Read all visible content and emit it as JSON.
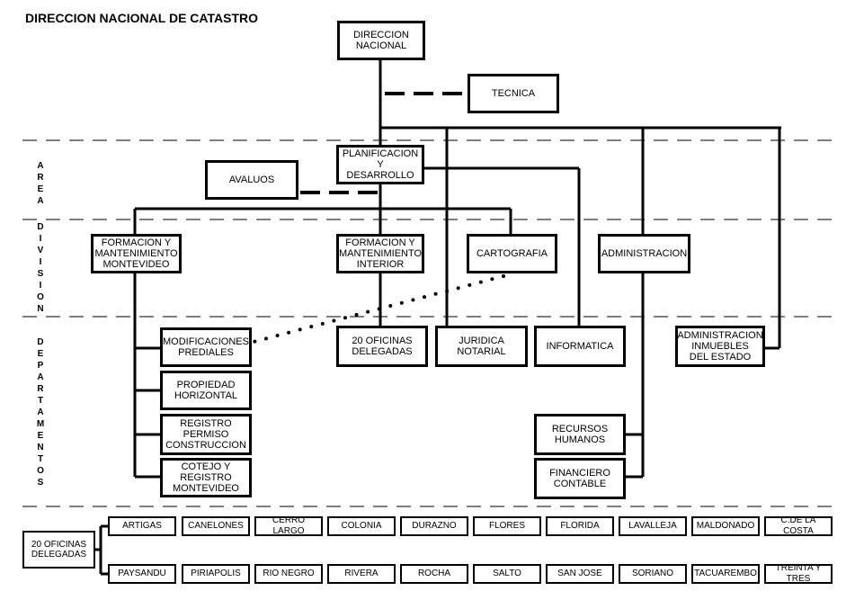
{
  "header": {
    "title": "DIRECCION NACIONAL DE CATASTRO"
  },
  "levels": {
    "area": "A\nR\nE\nA",
    "division": "D\nI\nV\nI\nS\nI\nO\nN",
    "departamentos": "D\nE\nP\nA\nR\nT\nA\nM\nE\nN\nT\nO\nS"
  },
  "units": {
    "direccion": "DIRECCION\nNACIONAL",
    "tecnica": "TECNICA",
    "planificacion": "PLANIFICACION\nY\nDESARROLLO",
    "avaluos": "AVALUOS",
    "formacion_montevideo": "FORMACION Y\nMANTENIMIENTO\nMONTEVIDEO",
    "formacion_interior": "FORMACION Y\nMANTENIMIENTO\nINTERIOR",
    "cartografia": "CARTOGRAFIA",
    "administracion": "ADMINISTRACION",
    "modificaciones": "MODIFICACIONES\nPREDIALES",
    "propiedad": "PROPIEDAD\nHORIZONTAL",
    "registro": "REGISTRO\nPERMISO\nCONSTRUCCION",
    "cotejo": "COTEJO Y\nREGISTRO\nMONTEVIDEO",
    "oficinas": "20 OFICINAS\nDELEGADAS",
    "juridica": "JURIDICA\nNOTARIAL",
    "informatica": "INFORMATICA",
    "admin_inmuebles": "ADMINISTRACION\nINMUEBLES\nDEL ESTADO",
    "recursos": "RECURSOS\nHUMANOS",
    "financiero": "FINANCIERO\nCONTABLE"
  },
  "footer": {
    "oficinas_label": "20 OFICINAS\nDELEGADAS",
    "row1": [
      "ARTIGAS",
      "CANELONES",
      "CERRO LARGO",
      "COLONIA",
      "DURAZNO",
      "FLORES",
      "FLORIDA",
      "LAVALLEJA",
      "MALDONADO",
      "C.DE LA COSTA"
    ],
    "row2": [
      "PAYSANDU",
      "PIRIAPOLIS",
      "RIO NEGRO",
      "RIVERA",
      "ROCHA",
      "SALTO",
      "SAN JOSE",
      "SORIANO",
      "TACUAREMBO",
      "TREINTA Y TRES"
    ]
  }
}
